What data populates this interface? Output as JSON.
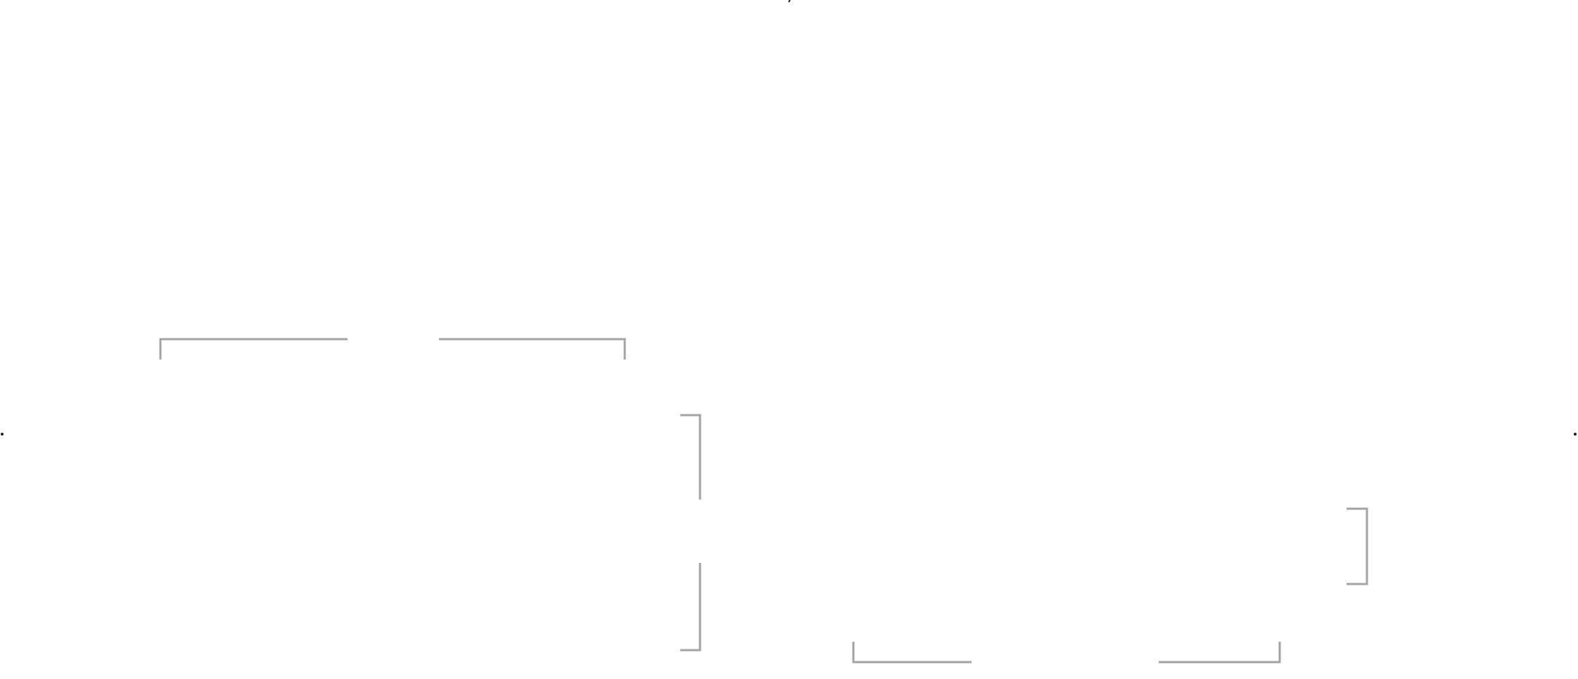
{
  "canvas": {
    "background": "#ffffff"
  },
  "colors": {
    "bracket_stroke": "#a3a3a3",
    "marker_fill": "#1a1a1a"
  },
  "diagram": {
    "brackets": [
      {
        "name": "top-left-bracket",
        "orientation": "opening-down"
      },
      {
        "name": "top-right-bracket",
        "orientation": "opening-down"
      },
      {
        "name": "right-upper-bracket",
        "orientation": "opening-left"
      },
      {
        "name": "right-lower-bracket",
        "orientation": "opening-left"
      },
      {
        "name": "far-right-bracket",
        "orientation": "opening-left"
      },
      {
        "name": "bottom-left-bracket",
        "orientation": "opening-up"
      },
      {
        "name": "bottom-right-bracket",
        "orientation": "opening-up"
      }
    ],
    "markers": [
      {
        "name": "top-tick-marker",
        "shape": "tick"
      },
      {
        "name": "left-edge-dot",
        "shape": "dot"
      },
      {
        "name": "right-edge-dot",
        "shape": "dot"
      }
    ]
  }
}
